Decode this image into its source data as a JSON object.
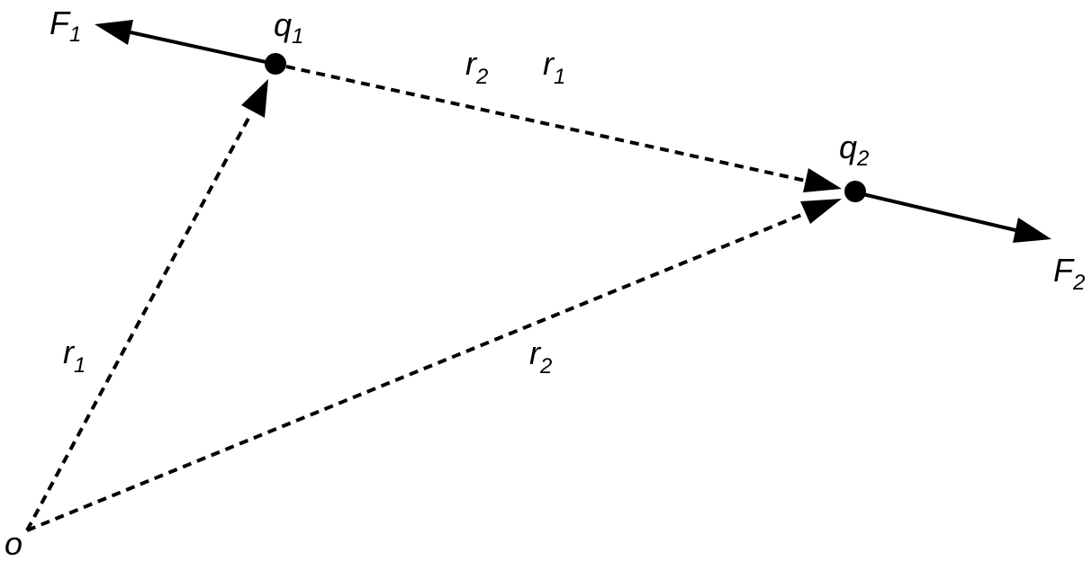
{
  "diagram": {
    "origin_label": "o",
    "charges": [
      {
        "symbol": "q",
        "subscript": "1"
      },
      {
        "symbol": "q",
        "subscript": "2"
      }
    ],
    "forces": [
      {
        "symbol": "F",
        "subscript": "1"
      },
      {
        "symbol": "F",
        "subscript": "2"
      }
    ],
    "vectors": {
      "r1": {
        "symbol": "r",
        "subscript": "1"
      },
      "r2": {
        "symbol": "r",
        "subscript": "2"
      },
      "separation": {
        "left": {
          "symbol": "r",
          "subscript": "2"
        },
        "right": {
          "symbol": "r",
          "subscript": "1"
        }
      }
    },
    "colors": {
      "ink": "#000000",
      "background": "#ffffff"
    }
  }
}
